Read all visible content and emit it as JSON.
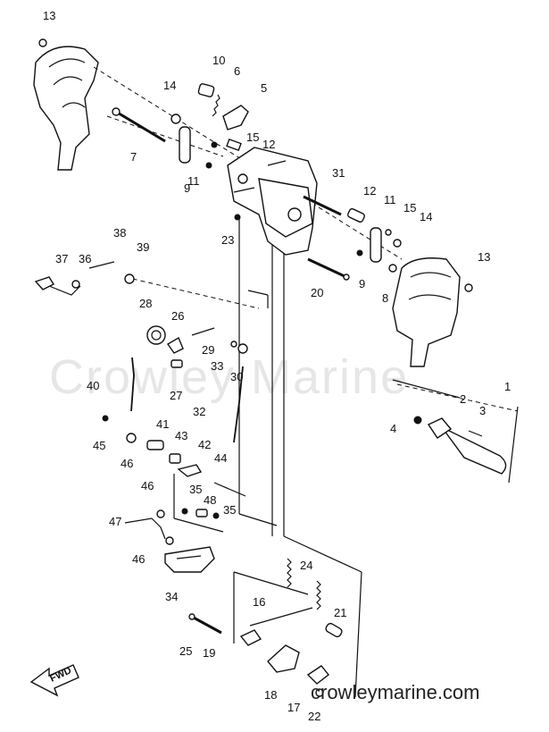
{
  "watermark": "Crowley Marine",
  "website": "crowleymarine.com",
  "fwd_label": "FWD",
  "callouts": [
    {
      "n": "13"
    },
    {
      "n": "10"
    },
    {
      "n": "6"
    },
    {
      "n": "14"
    },
    {
      "n": "5"
    },
    {
      "n": "15"
    },
    {
      "n": "12"
    },
    {
      "n": "7"
    },
    {
      "n": "11"
    },
    {
      "n": "9"
    },
    {
      "n": "31"
    },
    {
      "n": "12"
    },
    {
      "n": "11"
    },
    {
      "n": "15"
    },
    {
      "n": "14"
    },
    {
      "n": "23"
    },
    {
      "n": "38"
    },
    {
      "n": "39"
    },
    {
      "n": "37"
    },
    {
      "n": "36"
    },
    {
      "n": "13"
    },
    {
      "n": "20"
    },
    {
      "n": "9"
    },
    {
      "n": "8"
    },
    {
      "n": "28"
    },
    {
      "n": "26"
    },
    {
      "n": "29"
    },
    {
      "n": "33"
    },
    {
      "n": "30"
    },
    {
      "n": "27"
    },
    {
      "n": "40"
    },
    {
      "n": "1"
    },
    {
      "n": "2"
    },
    {
      "n": "3"
    },
    {
      "n": "4"
    },
    {
      "n": "32"
    },
    {
      "n": "41"
    },
    {
      "n": "45"
    },
    {
      "n": "43"
    },
    {
      "n": "46"
    },
    {
      "n": "42"
    },
    {
      "n": "44"
    },
    {
      "n": "46"
    },
    {
      "n": "35"
    },
    {
      "n": "48"
    },
    {
      "n": "35"
    },
    {
      "n": "47"
    },
    {
      "n": "46"
    },
    {
      "n": "34"
    },
    {
      "n": "24"
    },
    {
      "n": "16"
    },
    {
      "n": "21"
    },
    {
      "n": "25"
    },
    {
      "n": "19"
    },
    {
      "n": "18"
    },
    {
      "n": "17"
    },
    {
      "n": "22"
    }
  ]
}
